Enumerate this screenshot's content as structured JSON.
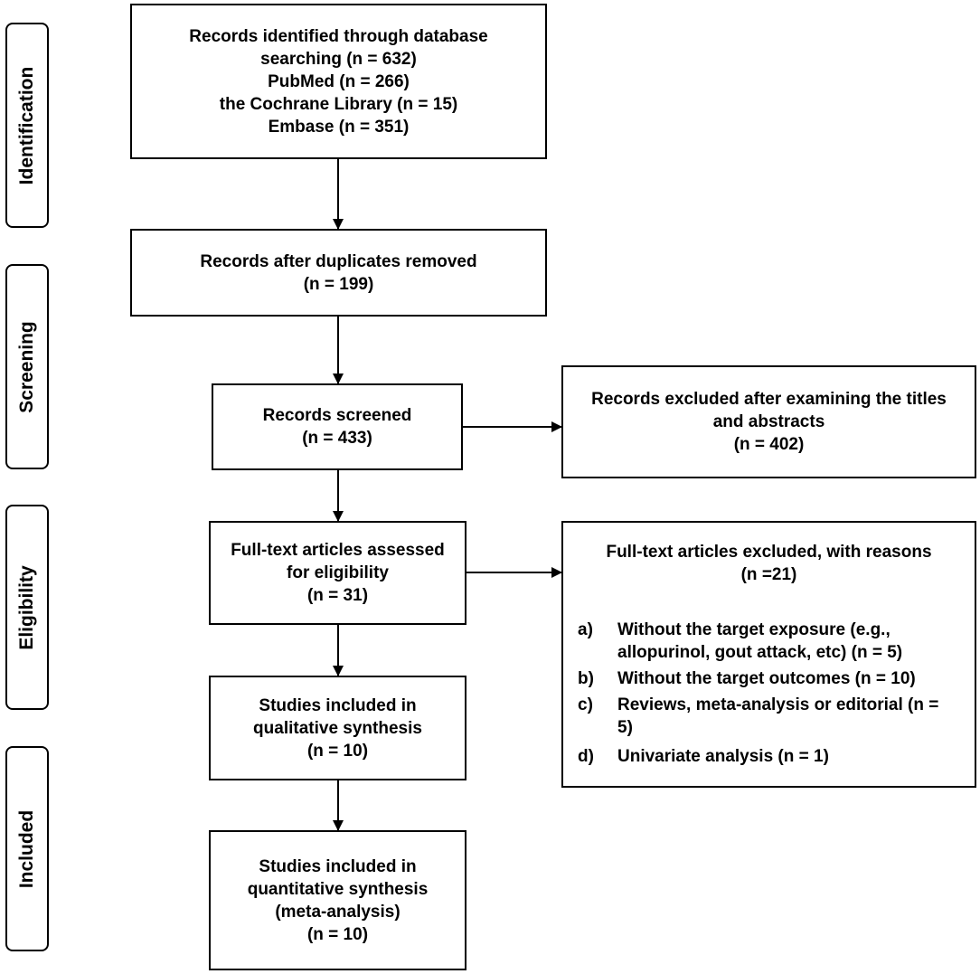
{
  "phases": [
    "Identification",
    "Screening",
    "Eligibility",
    "Included"
  ],
  "boxes": {
    "identified": [
      "Records identified through database",
      "searching (n = 632)",
      "PubMed (n = 266)",
      "the Cochrane Library (n = 15)",
      "Embase (n = 351)"
    ],
    "dedup": [
      "Records after duplicates removed",
      "(n = 199)"
    ],
    "screened": [
      "Records screened",
      "(n = 433)"
    ],
    "excluded_screen": [
      "Records excluded after examining the titles",
      "and abstracts",
      "(n = 402)"
    ],
    "fulltext": [
      "Full-text articles assessed",
      "for eligibility",
      "(n = 31)"
    ],
    "qualitative": [
      "Studies included in",
      "qualitative synthesis",
      "(n = 10)"
    ],
    "quantitative": [
      "Studies included in",
      "quantitative synthesis",
      "(meta-analysis)",
      "(n = 10)"
    ]
  },
  "exclusions": {
    "title": [
      "Full-text articles excluded, with reasons",
      "(n =21)"
    ],
    "reasons": [
      {
        "marker": "a)",
        "lines": [
          "Without the target exposure (e.g.,",
          "allopurinol, gout attack, etc) (n = 5)"
        ]
      },
      {
        "marker": "b)",
        "lines": [
          "Without the target outcomes (n = 10)"
        ]
      },
      {
        "marker": "c)",
        "lines": [
          "Reviews, meta-analysis or editorial (n =",
          "5)"
        ]
      },
      {
        "marker": "d)",
        "lines": [
          "Univariate analysis (n = 1)"
        ]
      }
    ]
  }
}
